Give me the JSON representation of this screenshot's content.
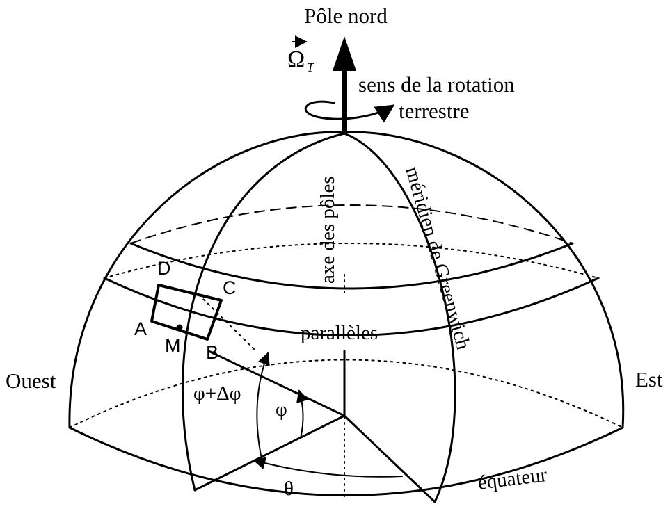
{
  "labels": {
    "north_pole": "Pôle nord",
    "omega_symbol": "Ω",
    "omega_subscript": "T",
    "rotation_line1": "sens de la rotation",
    "rotation_line2": "terrestre",
    "pole_axis": "axe des pôles",
    "meridian": "méridien de Greenwich",
    "parallels": "parallèles",
    "west": "Ouest",
    "east": "Est",
    "equator": "équateur",
    "point_a": "A",
    "point_b": "B",
    "point_c": "C",
    "point_d": "D",
    "point_m": "M",
    "phi": "φ",
    "phi_plus_dphi": "φ+Δφ",
    "theta": "θ"
  },
  "colors": {
    "line": "#000000",
    "background": "#ffffff"
  }
}
